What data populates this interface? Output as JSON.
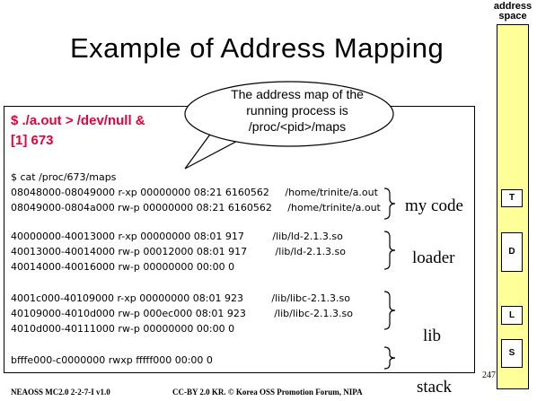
{
  "title": "Example of Address Mapping",
  "address_space": {
    "label_line1": "address",
    "label_line2": "space",
    "segments": [
      "T",
      "D",
      "L",
      "S"
    ]
  },
  "bubble": {
    "line1": "The address map of the",
    "line2": "running process is",
    "line3": "/proc/<pid>/maps"
  },
  "terminal": {
    "cmd1": "$ ./a.out > /dev/null &",
    "cmd2": "[1] 673",
    "cat": "$ cat /proc/673/maps",
    "lines": [
      "08048000-08049000 r-xp 00000000 08:21 6160562     /home/trinite/a.out",
      "08049000-0804a000 rw-p 00000000 08:21 6160562     /home/trinite/a.out",
      "40000000-40013000 r-xp 00000000 08:01 917         /lib/ld-2.1.3.so",
      "40013000-40014000 rw-p 00012000 08:01 917         /lib/ld-2.1.3.so",
      "40014000-40016000 rw-p 00000000 00:00 0",
      "4001c000-40109000 r-xp 00000000 08:01 923         /lib/libc-2.1.3.so",
      "40109000-4010d000 rw-p 000ec000 08:01 923         /lib/libc-2.1.3.so",
      "4010d000-40111000 rw-p 00000000 00:00 0",
      "bfffe000-c0000000 rwxp fffff000 00:00 0"
    ]
  },
  "labels": {
    "my_code": "my code",
    "loader": "loader",
    "lib": "lib",
    "stack": "stack"
  },
  "page_number": "247",
  "footer": {
    "left": "NEAOSS MC2.0 2-2-7-I v1.0",
    "right": "CC-BY 2.0 KR. © Korea OSS Promotion Forum, NIPA"
  }
}
